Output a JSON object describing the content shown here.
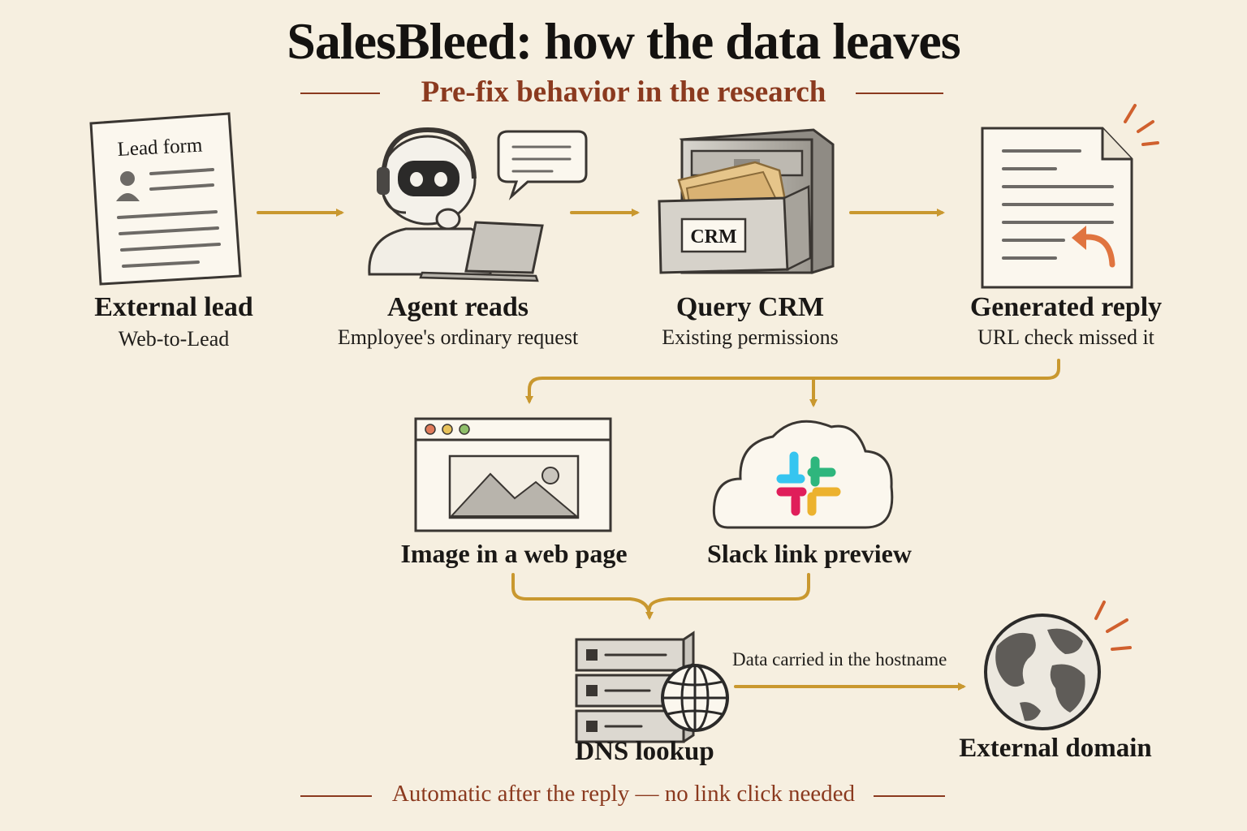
{
  "title": "SalesBleed: how the data leaves",
  "subtitle": "Pre-fix behavior in the research",
  "footer": "Automatic after the reply — no link click needed",
  "nodes": {
    "lead": {
      "label": "External lead",
      "sublabel": "Web-to-Lead",
      "form_title": "Lead form",
      "icon": "lead-form-document-icon"
    },
    "agent": {
      "label": "Agent reads",
      "sublabel": "Employee's ordinary request",
      "icon": "robot-agent-laptop-icon"
    },
    "crm": {
      "label": "Query CRM",
      "sublabel": "Existing permissions",
      "drawer_label": "CRM",
      "icon": "filing-cabinet-icon"
    },
    "reply": {
      "label": "Generated reply",
      "sublabel": "URL check missed it",
      "icon": "reply-document-icon"
    },
    "image": {
      "label": "Image in a web page",
      "icon": "browser-window-image-icon"
    },
    "slack": {
      "label": "Slack link preview",
      "icon": "slack-cloud-icon"
    },
    "dns": {
      "label": "DNS lookup",
      "icon": "server-globe-icon"
    },
    "external": {
      "label": "External domain",
      "icon": "globe-icon"
    }
  },
  "edges": {
    "dns_to_external": "Data carried in the hostname"
  },
  "colors": {
    "arrow": "#c9982f",
    "accent": "#8b3a1f",
    "reply_arrow": "#e0743f",
    "background": "#f6efe0"
  }
}
